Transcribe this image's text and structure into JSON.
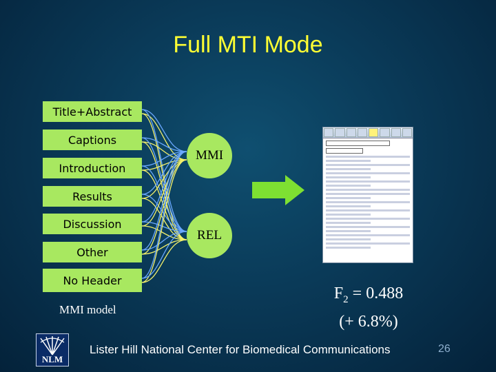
{
  "title": "Full MTI Mode",
  "sections": [
    "Title+Abstract",
    "Captions",
    "Introduction",
    "Results",
    "Discussion",
    "Other",
    "No Header"
  ],
  "models": [
    "MMI",
    "REL"
  ],
  "model_label": "MMI model",
  "fscore": {
    "label": "F",
    "sub": "2",
    "value": " = 0.488",
    "improvement": "(+ 6.8%)"
  },
  "footer": "Lister Hill National Center for Biomedical Communications",
  "page_number": "26",
  "logo_text": "NLM",
  "colors": {
    "title": "#ffff33",
    "box_fill": "#a8e860",
    "arrow": "#7ee032",
    "line_blue": "#6aa8ff",
    "line_yellow": "#f4f06a"
  }
}
